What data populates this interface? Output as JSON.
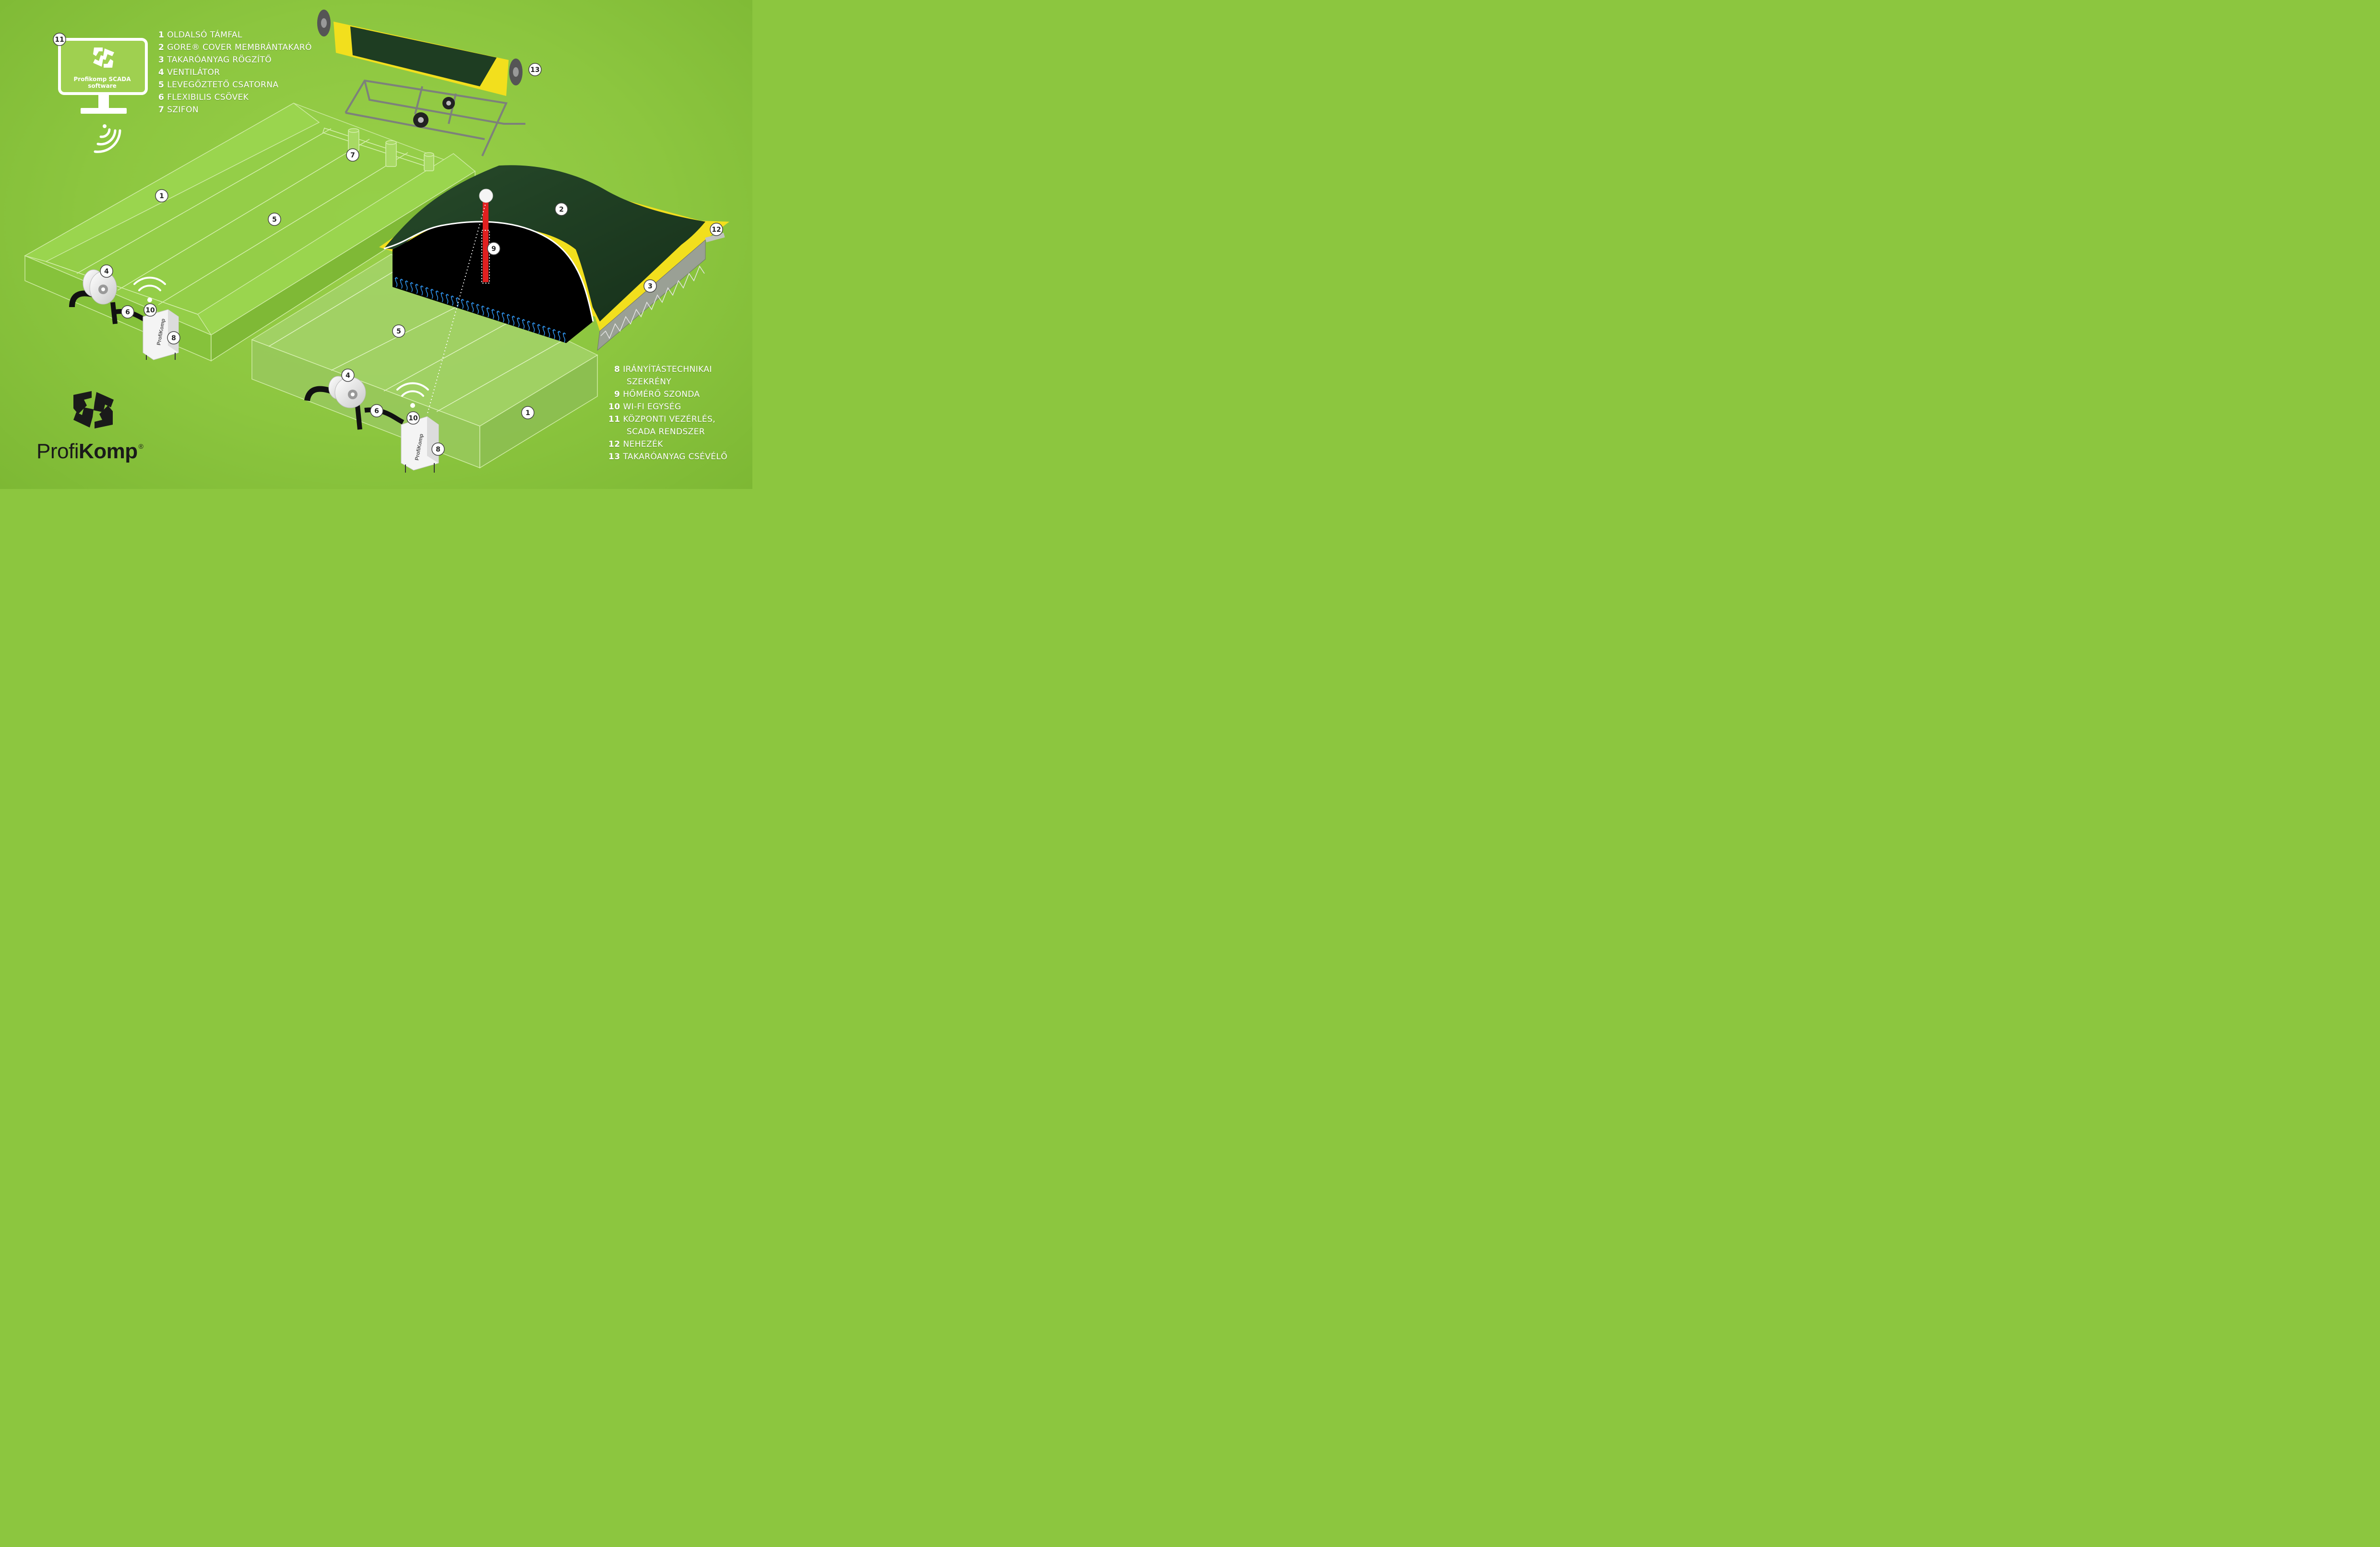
{
  "legend_left": [
    {
      "num": "1",
      "text": "OLDALSÓ TÁMFAL"
    },
    {
      "num": "2",
      "text": "GORE® COVER MEMBRÁNTAKARÓ"
    },
    {
      "num": "3",
      "text": "TAKARÓANYAG RÖGZÍTŐ"
    },
    {
      "num": "4",
      "text": "VENTILÁTOR"
    },
    {
      "num": "5",
      "text": "LEVEGŐZTETŐ CSATORNA"
    },
    {
      "num": "6",
      "text": "FLEXIBILIS CSÖVEK"
    },
    {
      "num": "7",
      "text": "SZIFON"
    }
  ],
  "legend_right": [
    {
      "num": "8",
      "text": "IRÁNYÍTÁSTECHNIKAI",
      "cont": "SZEKRÉNY"
    },
    {
      "num": "9",
      "text": "HŐMÉRŐ SZONDA"
    },
    {
      "num": "10",
      "text": "WI-FI EGYSÉG"
    },
    {
      "num": "11",
      "text": "KÖZPONTI VEZÉRLÉS,",
      "cont": "SCADA RENDSZER"
    },
    {
      "num": "12",
      "text": "NEHEZÉK"
    },
    {
      "num": "13",
      "text": "TAKARÓANYAG CSÉVÉLŐ"
    }
  ],
  "scada": {
    "line1": "Profikomp SCADA",
    "line2": "software"
  },
  "brand": {
    "part1": "Profi",
    "part2": "Komp",
    "mark": "®"
  },
  "cabinet_brand": "ProfiKomp",
  "markers": {
    "m1a": "1",
    "m1b": "1",
    "m2": "2",
    "m3": "3",
    "m4a": "4",
    "m4b": "4",
    "m5a": "5",
    "m5b": "5",
    "m6a": "6",
    "m6b": "6",
    "m7": "7",
    "m8a": "8",
    "m8b": "8",
    "m9": "9",
    "m10a": "10",
    "m10b": "10",
    "m11": "11",
    "m12": "12",
    "m13": "13"
  },
  "colors": {
    "background": "#8cc63f",
    "membrane": "#1e3d22",
    "yellow": "#f2df1d",
    "probe": "#e02020",
    "airflow": "#2e8fe6"
  },
  "icons": [
    "monitor-icon",
    "wifi-icon",
    "profikomp-logo-icon",
    "fan-icon",
    "cabinet-icon",
    "probe-icon",
    "winder-icon"
  ]
}
